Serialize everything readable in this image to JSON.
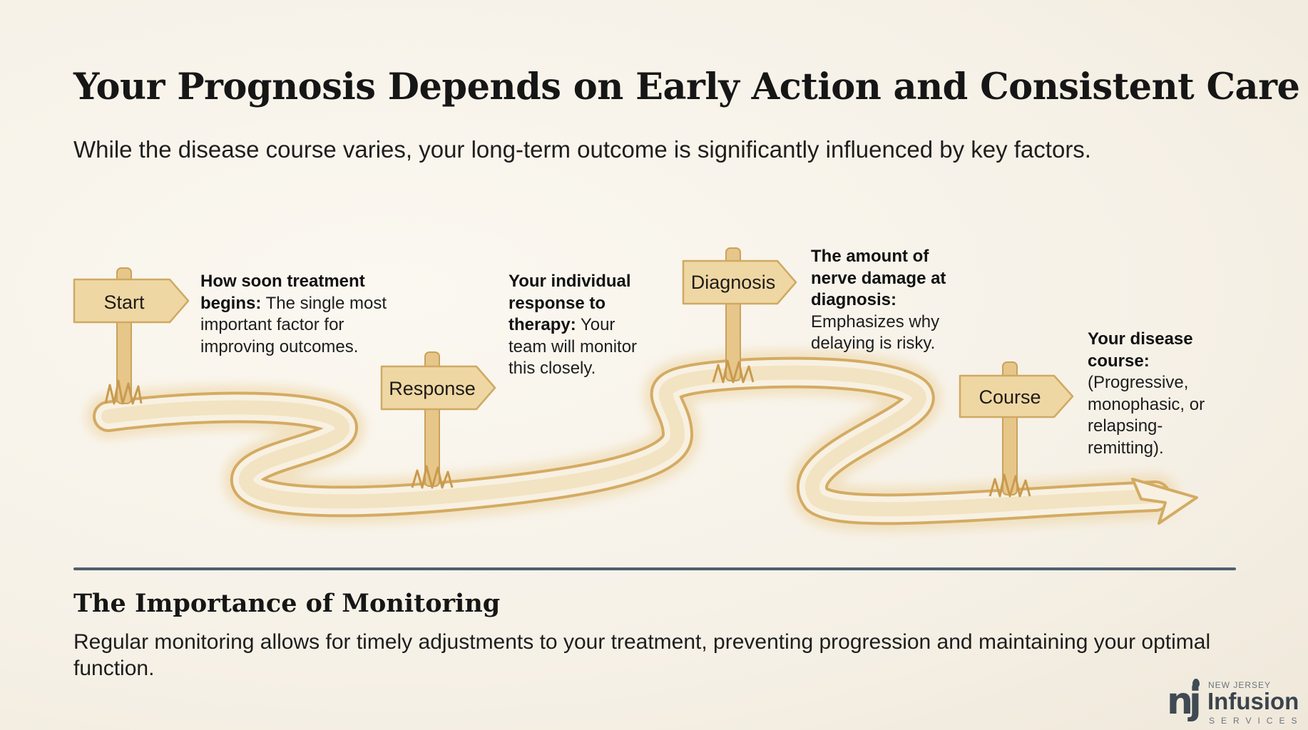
{
  "header": {
    "title": "Your Prognosis Depends on Early Action and Consistent Care",
    "subtitle": "While the disease course varies, your long-term outcome is significantly influenced by key factors."
  },
  "colors": {
    "road": "#e6c98f",
    "road_edge": "#d6ae66",
    "sign_fill": "#efd7a4",
    "sign_edge": "#cfa962",
    "divider": "#4f5f6e"
  },
  "steps": [
    {
      "sign": "Start",
      "bold": "How soon treatment begins:",
      "text": " The single most important factor for improving outcomes."
    },
    {
      "sign": "Response",
      "bold": "Your individual response to therapy:",
      "text": " Your team will monitor this closely."
    },
    {
      "sign": "Diagnosis",
      "bold": "The amount of nerve damage at diagnosis:",
      "text": " Emphasizes why delaying is risky."
    },
    {
      "sign": "Course",
      "bold": "Your disease course:",
      "text": " (Progressive, monophasic, or relapsing-remitting)."
    }
  ],
  "monitoring": {
    "title": "The Importance of Monitoring",
    "body": "Regular monitoring allows for timely adjustments to your treatment, preventing progression and maintaining your optimal function."
  },
  "logo": {
    "mark": "nj",
    "region": "NEW JERSEY",
    "brand": "Infusion",
    "tagline": "SERVICES"
  }
}
